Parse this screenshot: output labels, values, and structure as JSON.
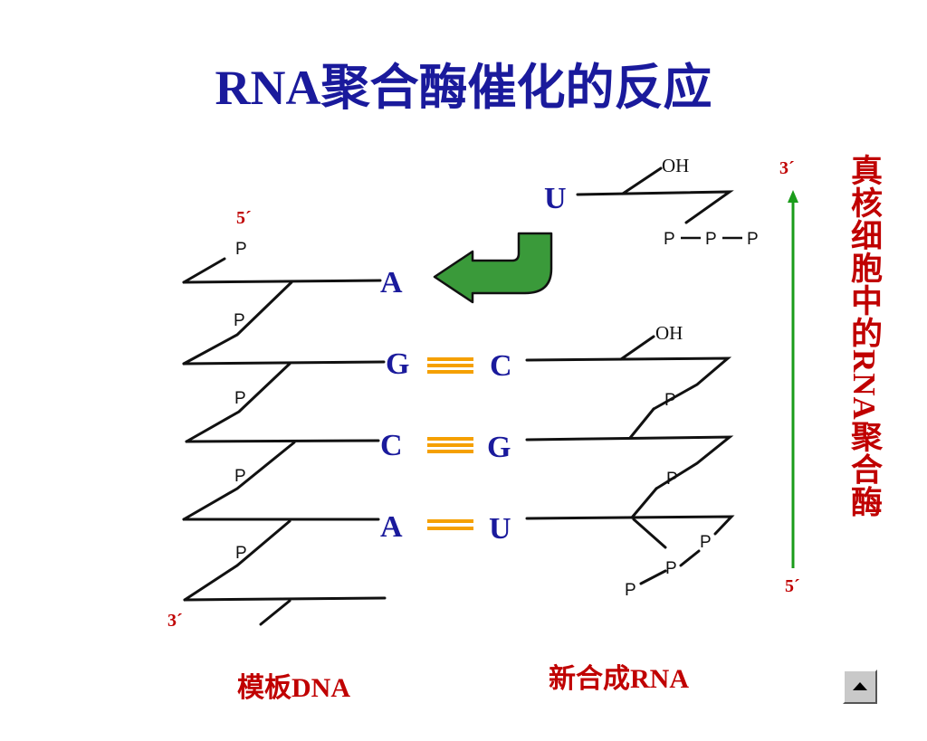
{
  "title": "RNA聚合酶催化的反应",
  "template_strand": {
    "caption": "模板DNA",
    "end_top": "5´",
    "end_bottom": "3´",
    "bases": [
      "A",
      "G",
      "C",
      "A"
    ],
    "phosphates": [
      "P",
      "P",
      "P",
      "P",
      "P"
    ]
  },
  "new_strand": {
    "caption": "新合成RNA",
    "bases": [
      "C",
      "G",
      "U"
    ],
    "hydroxyl": "OH",
    "phosphates": [
      "P",
      "P",
      "P",
      "P",
      "P"
    ]
  },
  "incoming_nucleotide": {
    "base": "U",
    "hydroxyl": "OH",
    "triphosphate": [
      "P",
      "P",
      "P"
    ]
  },
  "direction_arrow": {
    "top_label": "3´",
    "bottom_label": "5´",
    "color": "#1a9c1a"
  },
  "side_label": "真核细胞中的RNA聚合酶",
  "colors": {
    "title": "#1a1a9c",
    "labels": "#c00000",
    "bonds": "#f5a000",
    "curved_arrow": "#3a9a3a"
  }
}
